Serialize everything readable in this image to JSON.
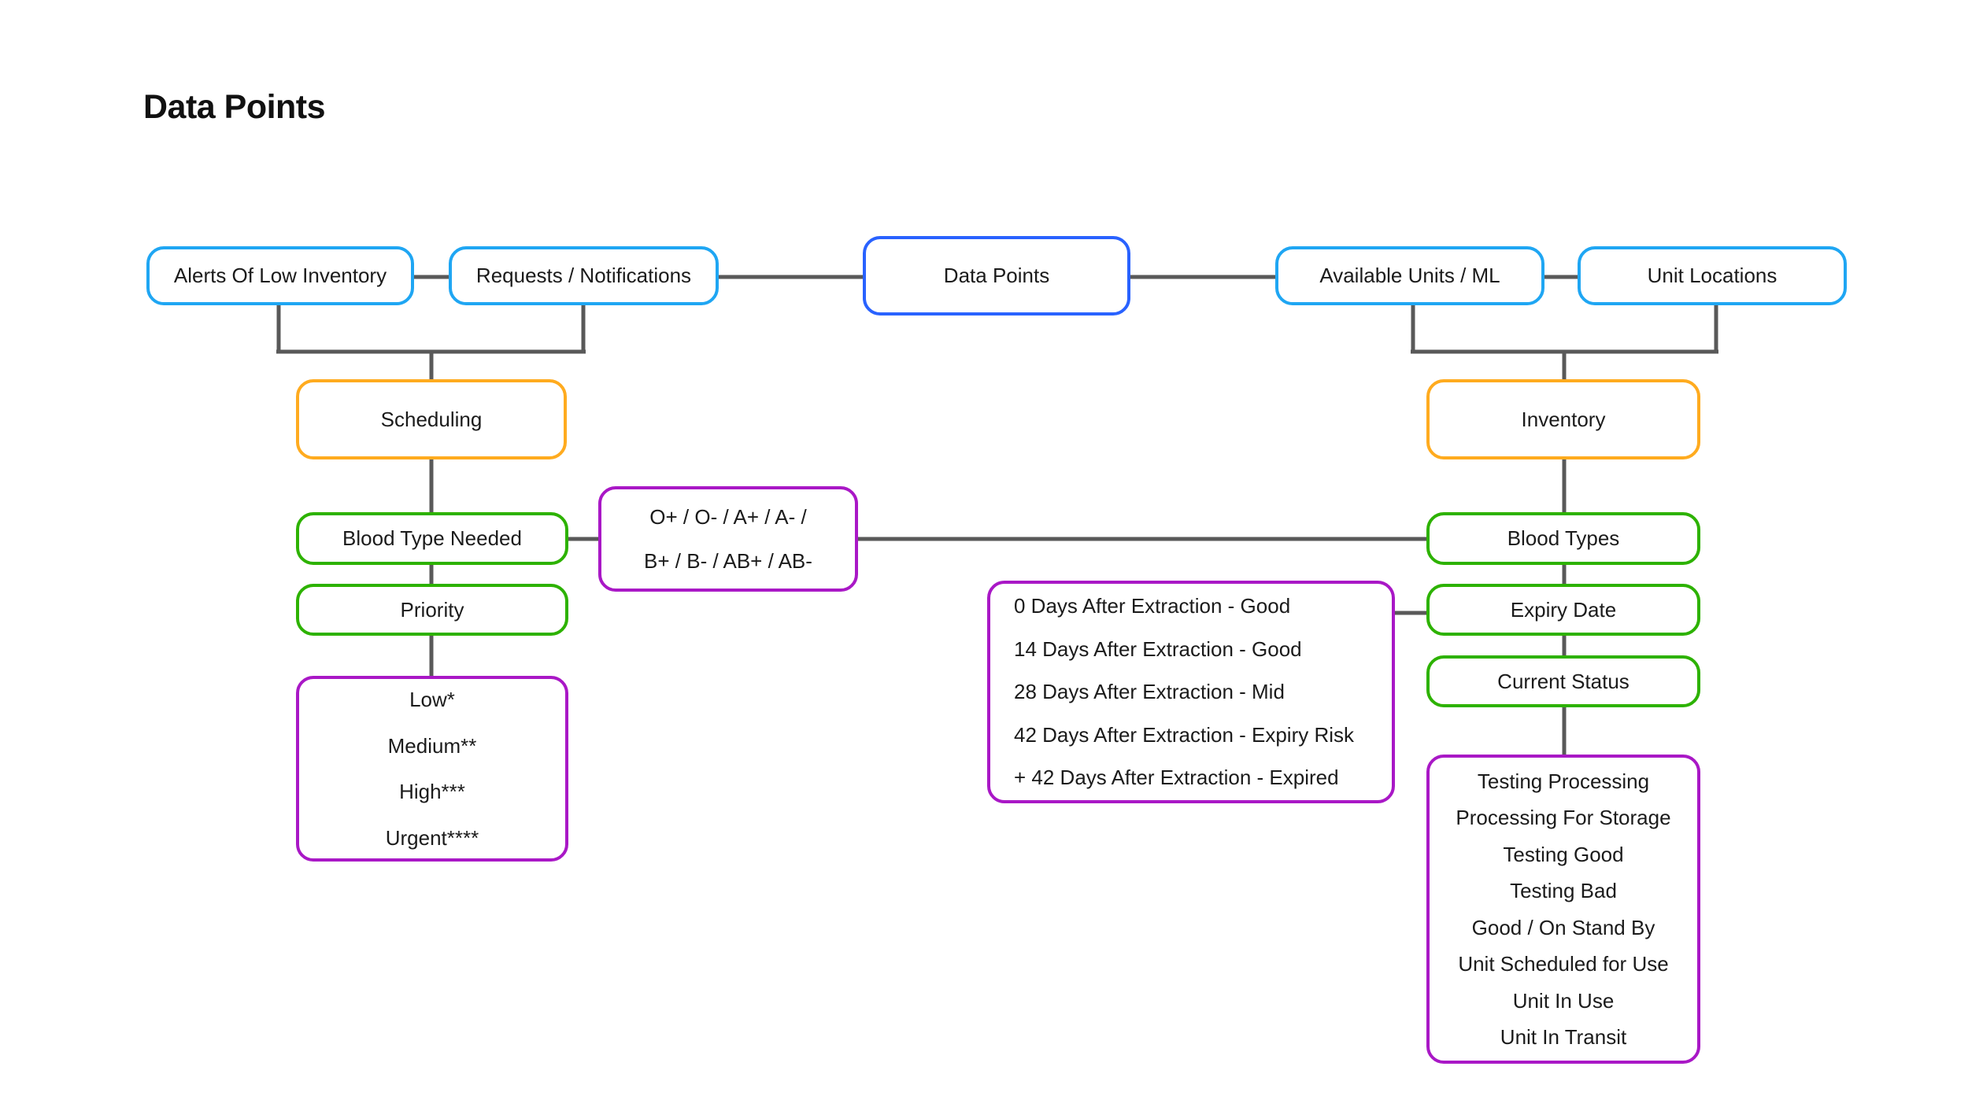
{
  "page": {
    "title": "Data Points"
  },
  "palette": {
    "light_blue": "#1FA6F3",
    "blue": "#2962FF",
    "orange": "#FFAB1F",
    "green": "#2DB200",
    "purple": "#A918C6",
    "edge_gray": "#595959",
    "background": "#FFFFFF"
  },
  "diagram": {
    "type": "flowchart",
    "nodes": {
      "alerts_of_low_inventory": {
        "label": "Alerts Of Low Inventory",
        "color": "light_blue"
      },
      "requests_notifications": {
        "label": "Requests / Notifications",
        "color": "light_blue"
      },
      "data_points": {
        "label": "Data Points",
        "color": "blue"
      },
      "available_units_ml": {
        "label": "Available Units / ML",
        "color": "light_blue"
      },
      "unit_locations": {
        "label": "Unit Locations",
        "color": "light_blue"
      },
      "scheduling": {
        "label": "Scheduling",
        "color": "orange"
      },
      "inventory": {
        "label": "Inventory",
        "color": "orange"
      },
      "blood_type_needed": {
        "label": "Blood Type Needed",
        "color": "green"
      },
      "priority": {
        "label": "Priority",
        "color": "green"
      },
      "blood_types": {
        "label": "Blood Types",
        "color": "green"
      },
      "expiry_date": {
        "label": "Expiry Date",
        "color": "green"
      },
      "current_status": {
        "label": "Current Status",
        "color": "green"
      },
      "blood_types_list": {
        "color": "purple",
        "rows": [
          "O+ / O- / A+ / A- /",
          "B+ / B- / AB+ / AB-"
        ]
      },
      "priority_list": {
        "color": "purple",
        "rows": [
          "Low*",
          "Medium**",
          "High***",
          "Urgent****"
        ]
      },
      "expiry_list": {
        "color": "purple",
        "rows": [
          "0 Days After Extraction - Good",
          "14 Days After Extraction - Good",
          "28 Days After Extraction - Mid",
          "42 Days After Extraction - Expiry Risk",
          "+ 42 Days After Extraction - Expired"
        ]
      },
      "status_list": {
        "color": "purple",
        "rows": [
          "Testing Processing",
          "Processing For Storage",
          "Testing Good",
          "Testing Bad",
          "Good / On Stand By",
          "Unit Scheduled for Use",
          "Unit In Use",
          "Unit In Transit"
        ]
      }
    },
    "edges": [
      {
        "from": "alerts_of_low_inventory",
        "to": "requests_notifications"
      },
      {
        "from": "requests_notifications",
        "to": "data_points"
      },
      {
        "from": "data_points",
        "to": "available_units_ml"
      },
      {
        "from": "available_units_ml",
        "to": "unit_locations"
      },
      {
        "from": "alerts_of_low_inventory",
        "to": "scheduling"
      },
      {
        "from": "requests_notifications",
        "to": "scheduling"
      },
      {
        "from": "scheduling",
        "to": "blood_type_needed"
      },
      {
        "from": "blood_type_needed",
        "to": "blood_types_list"
      },
      {
        "from": "blood_type_needed",
        "to": "priority"
      },
      {
        "from": "priority",
        "to": "priority_list"
      },
      {
        "from": "available_units_ml",
        "to": "inventory"
      },
      {
        "from": "unit_locations",
        "to": "inventory"
      },
      {
        "from": "inventory",
        "to": "blood_types"
      },
      {
        "from": "blood_types_list",
        "to": "blood_types"
      },
      {
        "from": "blood_types",
        "to": "expiry_date"
      },
      {
        "from": "expiry_list",
        "to": "expiry_date"
      },
      {
        "from": "expiry_date",
        "to": "current_status"
      },
      {
        "from": "current_status",
        "to": "status_list"
      }
    ]
  }
}
